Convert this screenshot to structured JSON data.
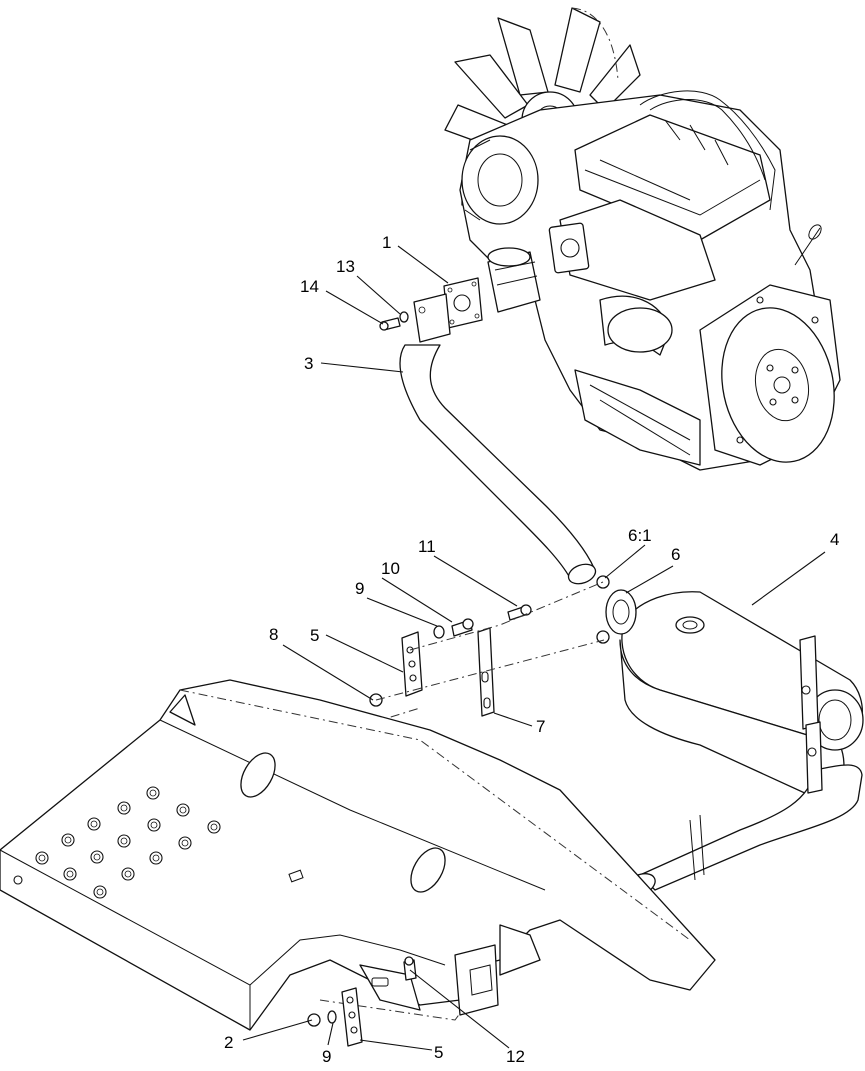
{
  "callouts": [
    {
      "id": "c1",
      "label": "1"
    },
    {
      "id": "c2",
      "label": "2"
    },
    {
      "id": "c3",
      "label": "3"
    },
    {
      "id": "c4",
      "label": "4"
    },
    {
      "id": "c5a",
      "label": "5"
    },
    {
      "id": "c5b",
      "label": "5"
    },
    {
      "id": "c6",
      "label": "6"
    },
    {
      "id": "c6-1",
      "label": "6:1"
    },
    {
      "id": "c7",
      "label": "7"
    },
    {
      "id": "c8",
      "label": "8"
    },
    {
      "id": "c9a",
      "label": "9"
    },
    {
      "id": "c9b",
      "label": "9"
    },
    {
      "id": "c10",
      "label": "10"
    },
    {
      "id": "c11",
      "label": "11"
    },
    {
      "id": "c12",
      "label": "12"
    },
    {
      "id": "c13",
      "label": "13"
    },
    {
      "id": "c14",
      "label": "14"
    }
  ]
}
